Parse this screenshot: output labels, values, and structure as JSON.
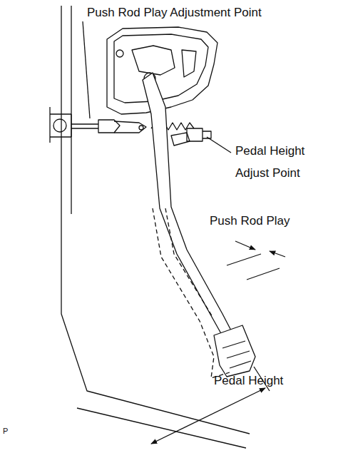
{
  "diagram": {
    "labels": [
      "Push Rod Play Adjustment Point",
      "Pedal Height Adjust Point",
      "Push Rod Play",
      "Pedal Height",
      "P"
    ]
  }
}
